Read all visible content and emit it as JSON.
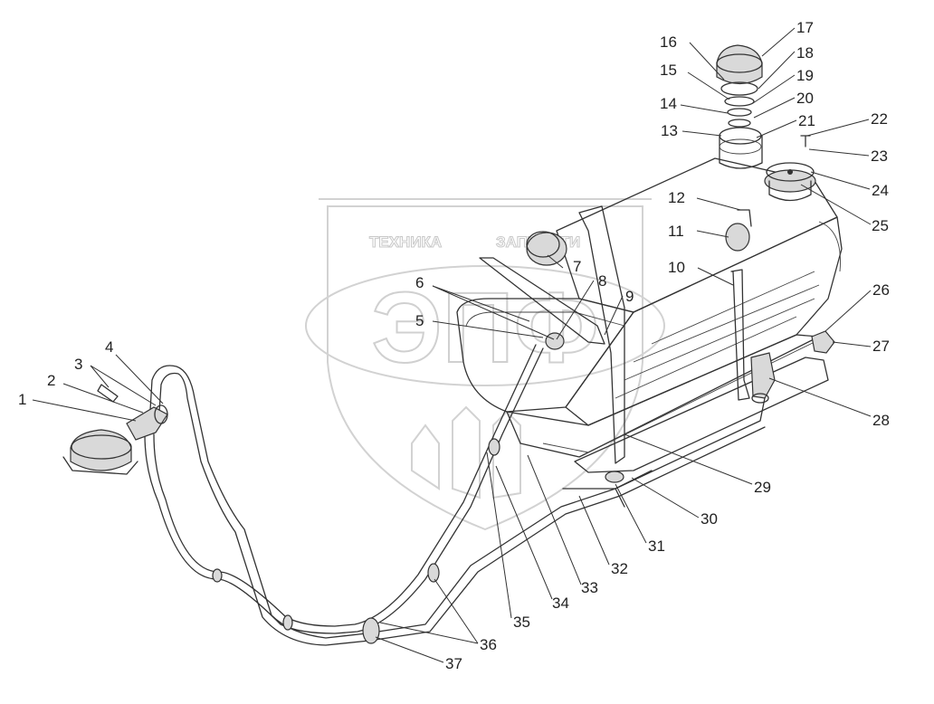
{
  "watermark": {
    "top_text_left": "ТЕХНИКА",
    "top_text_right": "ЗАПЧАСТИ",
    "logo_text": "ЭПФ"
  },
  "callouts": [
    {
      "id": "c1",
      "text": "1"
    },
    {
      "id": "c2",
      "text": "2"
    },
    {
      "id": "c3",
      "text": "3"
    },
    {
      "id": "c4",
      "text": "4"
    },
    {
      "id": "c5",
      "text": "5"
    },
    {
      "id": "c6",
      "text": "6"
    },
    {
      "id": "c7",
      "text": "7"
    },
    {
      "id": "c8",
      "text": "8"
    },
    {
      "id": "c9",
      "text": "9"
    },
    {
      "id": "c10",
      "text": "10"
    },
    {
      "id": "c11",
      "text": "11"
    },
    {
      "id": "c12",
      "text": "12"
    },
    {
      "id": "c13",
      "text": "13"
    },
    {
      "id": "c14",
      "text": "14"
    },
    {
      "id": "c15",
      "text": "15"
    },
    {
      "id": "c16",
      "text": "16"
    },
    {
      "id": "c17",
      "text": "17"
    },
    {
      "id": "c18",
      "text": "18"
    },
    {
      "id": "c19",
      "text": "19"
    },
    {
      "id": "c20",
      "text": "20"
    },
    {
      "id": "c21",
      "text": "21"
    },
    {
      "id": "c22",
      "text": "22"
    },
    {
      "id": "c23",
      "text": "23"
    },
    {
      "id": "c24",
      "text": "24"
    },
    {
      "id": "c25",
      "text": "25"
    },
    {
      "id": "c26",
      "text": "26"
    },
    {
      "id": "c27",
      "text": "27"
    },
    {
      "id": "c28",
      "text": "28"
    },
    {
      "id": "c29",
      "text": "29"
    },
    {
      "id": "c30",
      "text": "30"
    },
    {
      "id": "c31",
      "text": "31"
    },
    {
      "id": "c32",
      "text": "32"
    },
    {
      "id": "c33",
      "text": "33"
    },
    {
      "id": "c34",
      "text": "34"
    },
    {
      "id": "c35",
      "text": "35"
    },
    {
      "id": "c36",
      "text": "36"
    },
    {
      "id": "c37",
      "text": "37"
    }
  ]
}
